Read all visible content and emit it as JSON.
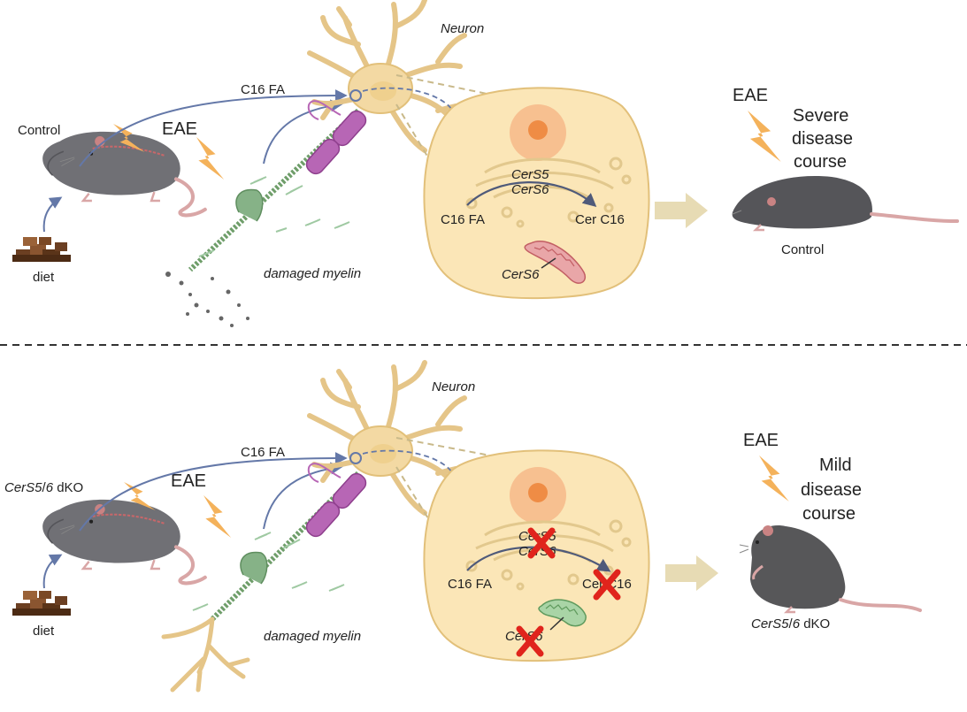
{
  "panels": [
    {
      "id": "control",
      "mouse_label": "Control",
      "eae_label": "EAE",
      "diet_label": "diet",
      "fa_label": "C16 FA",
      "neuron_label": "Neuron",
      "myelin_label": "damaged myelin",
      "enzyme_top": "CerS5",
      "enzyme_bottom": "CerS6",
      "substrate": "C16 FA",
      "product": "Cer C16",
      "mito_enzyme": "CerS6",
      "outcome_eae": "EAE",
      "outcome_line1": "Severe",
      "outcome_line2": "disease",
      "outcome_line3": "course",
      "outcome_mouse_label": "Control"
    },
    {
      "id": "dko",
      "mouse_label_italic": "CerS5",
      "mouse_label_sep": "/",
      "mouse_label_italic2": "6",
      "mouse_label_suffix": " dKO",
      "eae_label": "EAE",
      "diet_label": "diet",
      "fa_label": "C16 FA",
      "neuron_label": "Neuron",
      "myelin_label": "damaged myelin",
      "enzyme_top": "CerS5",
      "enzyme_bottom": "CerS6",
      "substrate": "C16 FA",
      "product": "Cer C16",
      "mito_enzyme": "CerS6",
      "outcome_eae": "EAE",
      "outcome_line1": "Mild",
      "outcome_line2": "disease",
      "outcome_line3": "course",
      "outcome_mouse_label_italic": "CerS5",
      "outcome_mouse_label_sep": "/",
      "outcome_mouse_label_italic2": "6",
      "outcome_mouse_label_suffix": " dKO"
    }
  ],
  "colors": {
    "mouse": "#6f6f73",
    "mouse_dark": "#4a4a4e",
    "neuron": "#f3d9a3",
    "neuron_stroke": "#d8b46a",
    "cell": "#fbe6b7",
    "cell_stroke": "#e2c07a",
    "nucleus": "#f6b98a",
    "nucleolus": "#ef8c45",
    "myelin": "#b766b5",
    "axon_green": "#6f9e6a",
    "lightning": "#f4b25b",
    "arrow_blue": "#6478a8",
    "big_arrow": "#e7dbb4",
    "x_red": "#e0241c",
    "dash": "#333333"
  }
}
